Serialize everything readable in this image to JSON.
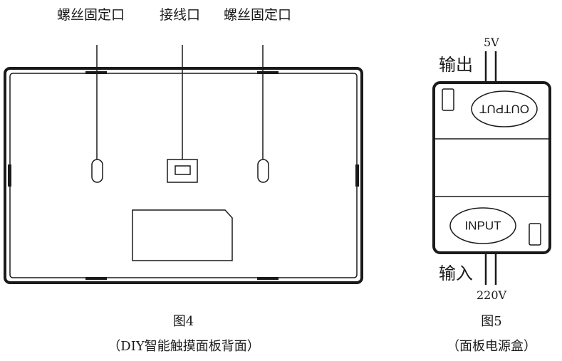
{
  "figure4": {
    "labels": {
      "screw_left": "螺丝固定口",
      "wiring_port": "接线口",
      "screw_right": "螺丝固定口"
    },
    "caption_number": "图4",
    "caption_title": "（DIY智能触摸面板背面）"
  },
  "figure5": {
    "output_label": "输出",
    "output_voltage": "5V",
    "input_label": "输入",
    "input_voltage": "220V",
    "output_oval_text": "OUTPUT",
    "input_oval_text": "INPUT",
    "caption_number": "图5",
    "caption_title": "（面板电源盒）"
  }
}
